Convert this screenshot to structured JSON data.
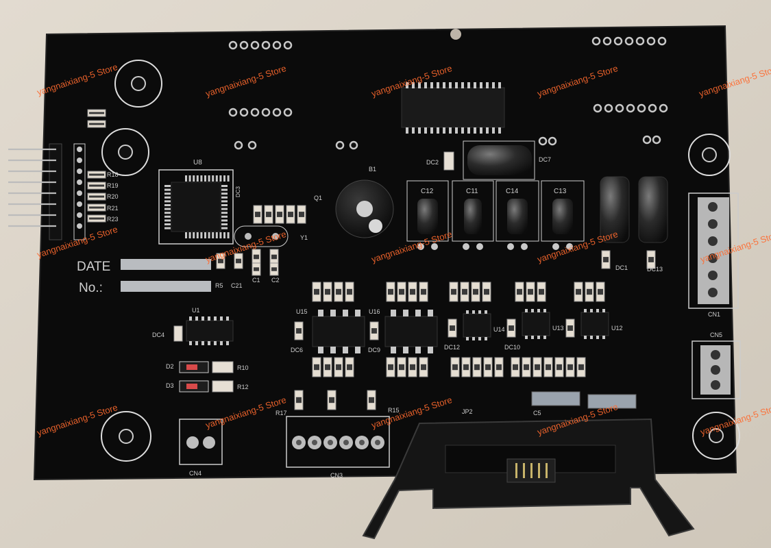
{
  "photo": {
    "subject": "pcb-board",
    "colors": {
      "background": "#d9d2c7",
      "board": "#0b0b0b",
      "silk": "#d8d8d8",
      "pad": "#c9c9c9",
      "resistor": "#e5ded2",
      "capacitor": "#222"
    }
  },
  "watermark": {
    "text": "yangnaixiang-5 Store"
  },
  "silkscreen": {
    "date": "DATE",
    "no": "No.:",
    "labels": {
      "u8": "U8",
      "u1": "U1",
      "u15": "U15",
      "u16": "U16",
      "u14": "U14",
      "u13": "U13",
      "u12": "U12",
      "jp2": "JP2",
      "cn1": "CN1",
      "cn3": "CN3",
      "cn4": "CN4",
      "cn5": "CN5",
      "c11": "C11",
      "c12": "C12",
      "c13": "C13",
      "c14": "C14",
      "c1": "C1",
      "c2": "C2",
      "c5": "C5",
      "c21": "C21",
      "dc1": "DC1",
      "dc2": "DC2",
      "dc4": "DC4",
      "dc6": "DC6",
      "dc7": "DC7",
      "dc9": "DC9",
      "dc10": "DC10",
      "dc12": "DC12",
      "dc13": "DC13",
      "d2": "D2",
      "d3": "D3",
      "r10": "R10",
      "r12": "R12",
      "r15": "R15",
      "r17": "R17",
      "r18": "R18",
      "r19": "R19",
      "r20": "R20",
      "r21": "R21",
      "r23": "R23",
      "y1": "Y1",
      "q1": "Q1",
      "b1": "B1",
      "dc3": "DC3",
      "r5": "R5"
    }
  }
}
